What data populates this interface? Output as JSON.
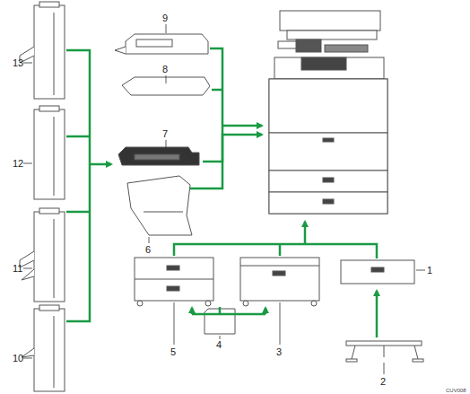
{
  "diagram": {
    "labels": [
      "13",
      "12",
      "11",
      "10",
      "9",
      "8",
      "7",
      "6",
      "1",
      "2",
      "5",
      "4",
      "3",
      "CUV008"
    ]
  }
}
